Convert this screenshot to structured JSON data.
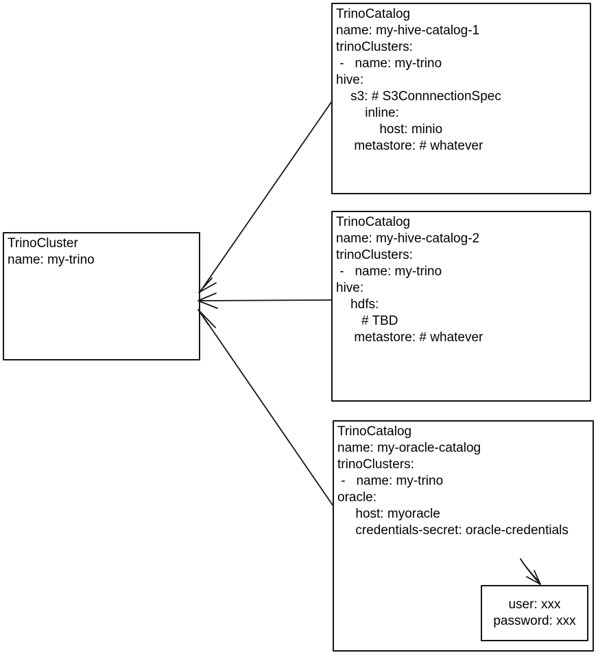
{
  "cluster_box": {
    "lines": [
      "TrinoCluster",
      "name: my-trino"
    ]
  },
  "catalog1_box": {
    "lines": [
      "TrinoCatalog",
      "name: my-hive-catalog-1",
      "trinoClusters:",
      " -   name: my-trino",
      "hive:",
      "    s3: # S3ConnnectionSpec",
      "        inline:",
      "            host: minio",
      "     metastore: # whatever"
    ]
  },
  "catalog2_box": {
    "lines": [
      "TrinoCatalog",
      "name: my-hive-catalog-2",
      "trinoClusters:",
      " -   name: my-trino",
      "hive:",
      "    hdfs:",
      "       # TBD",
      "     metastore: # whatever"
    ]
  },
  "catalog3_box": {
    "lines": [
      "TrinoCatalog",
      "name: my-oracle-catalog",
      "trinoClusters:",
      " -   name: my-trino",
      "oracle:",
      "     host: myoracle",
      "     credentials-secret: oracle-credentials"
    ]
  },
  "secret_box": {
    "lines": [
      "user: xxx",
      "password: xxx"
    ]
  },
  "colors": {
    "stroke": "#141414",
    "background": "#ffffff",
    "text": "#000000"
  }
}
